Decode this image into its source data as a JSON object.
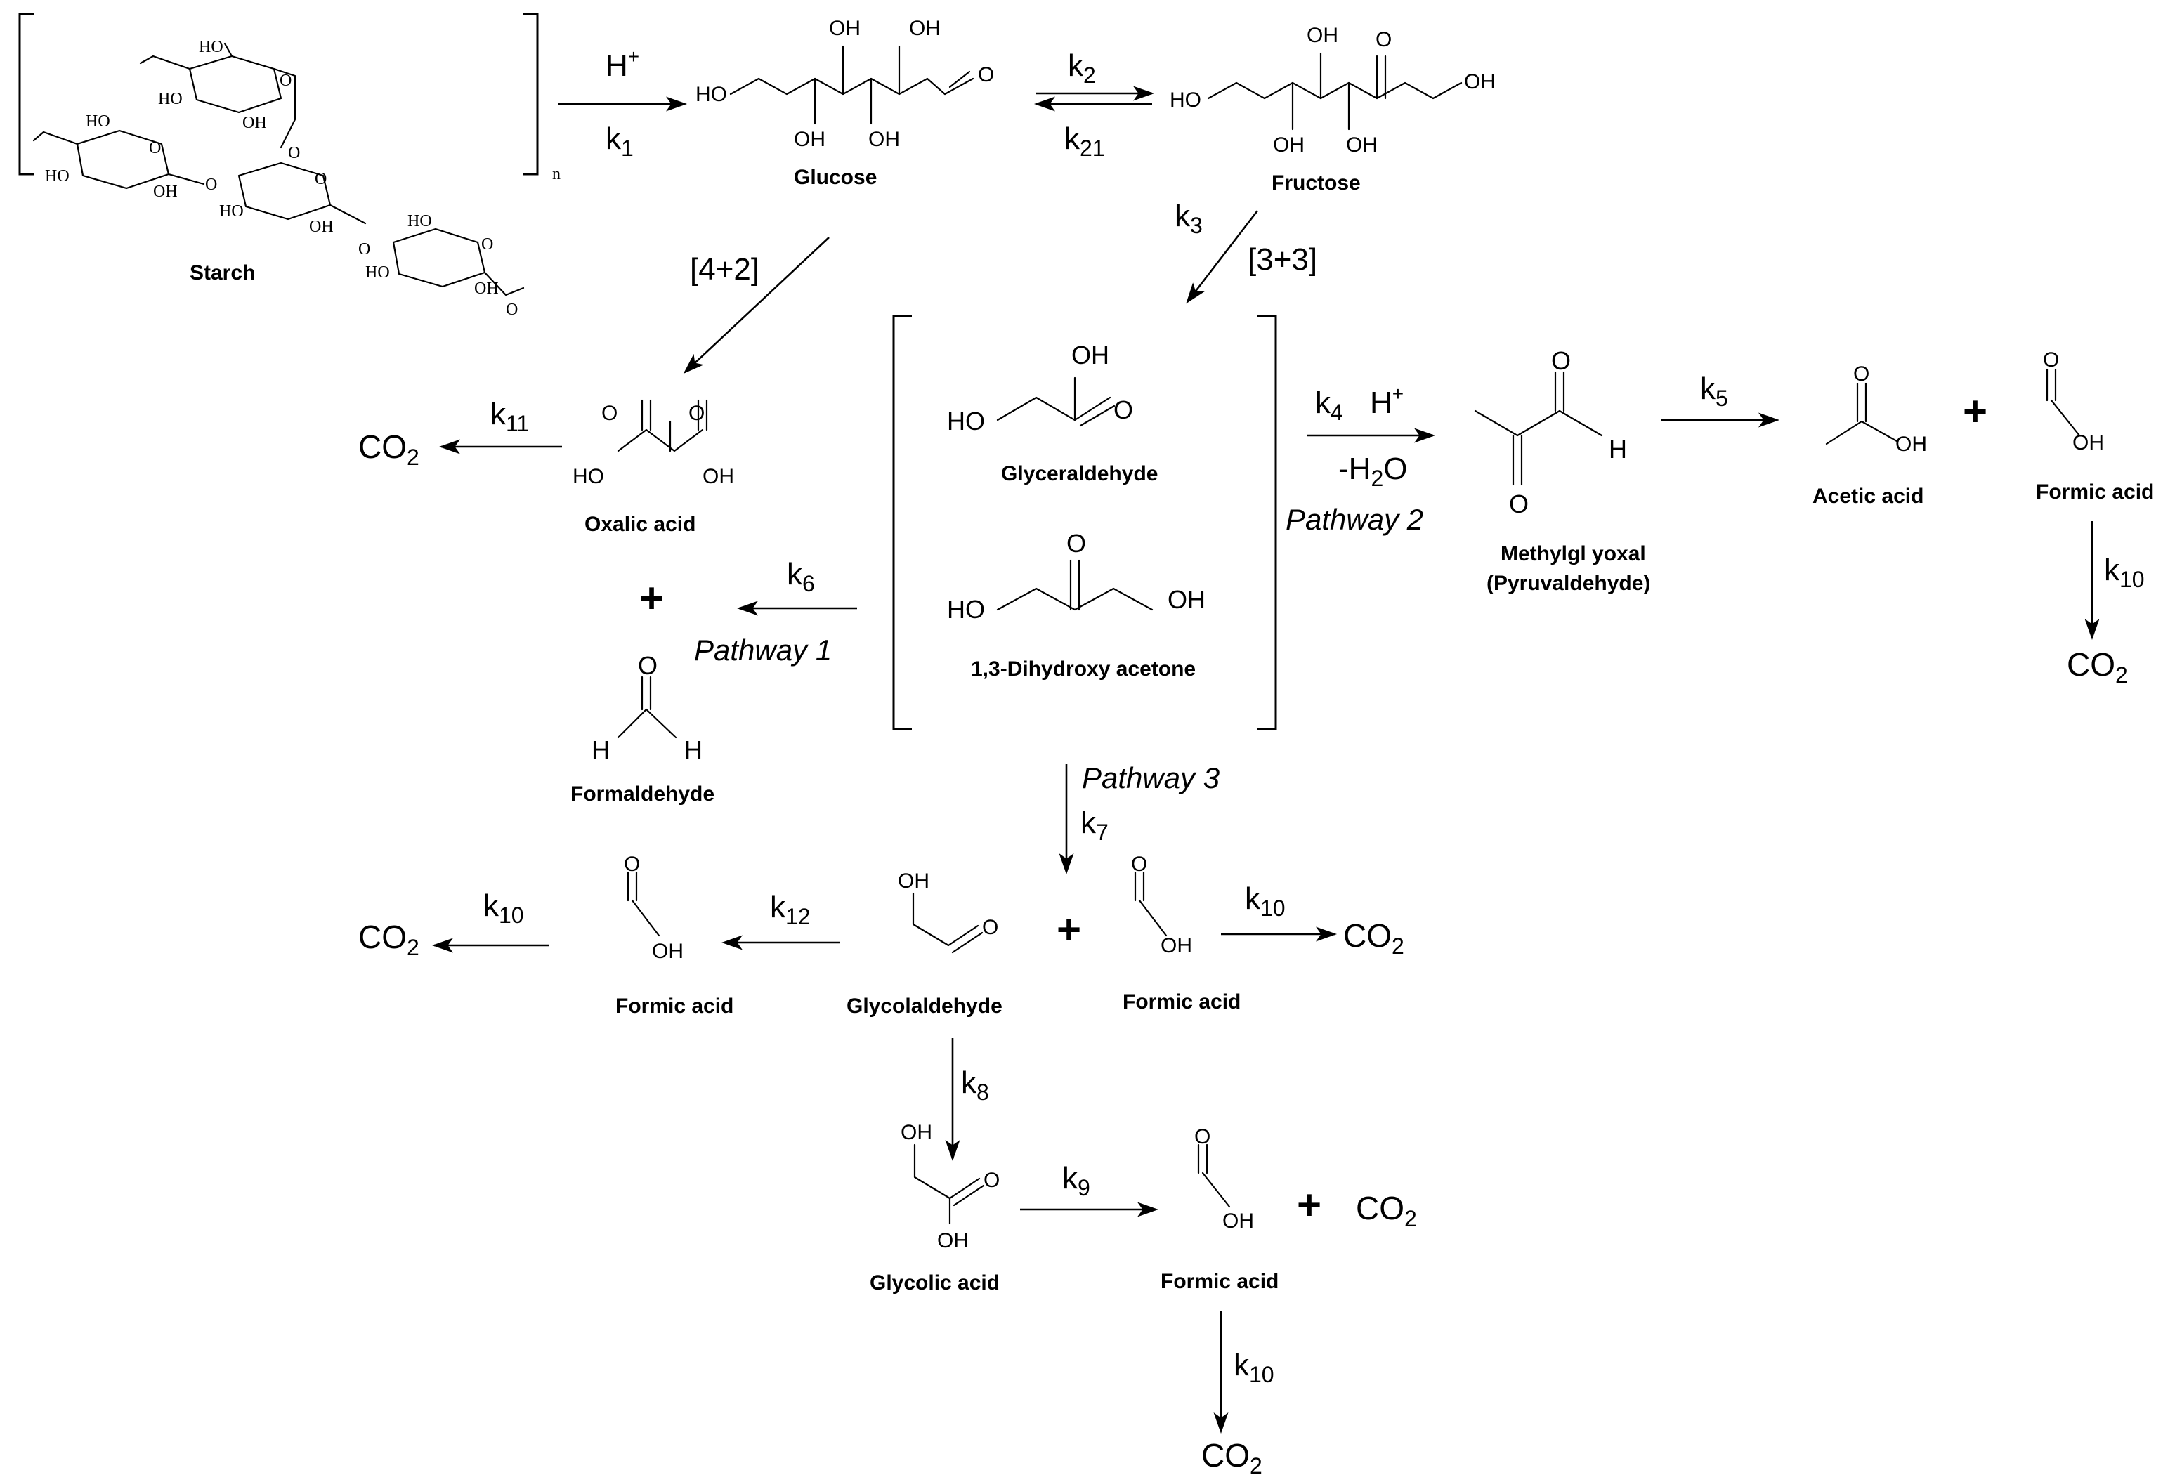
{
  "compounds": {
    "starch": "Starch",
    "glucose": "Glucose",
    "fructose": "Fructose",
    "oxalic_acid": "Oxalic acid",
    "glyceraldehyde": "Glyceraldehyde",
    "dihydroxyacetone": "1,3-Dihydroxy acetone",
    "methylglyoxal_1": "Methylgl yoxal",
    "methylglyoxal_2": "(Pyruvaldehyde)",
    "acetic_acid": "Acetic acid",
    "formic_acid": "Formic acid",
    "formaldehyde": "Formaldehyde",
    "glycolaldehyde": "Glycolaldehyde",
    "glycolic_acid": "Glycolic acid"
  },
  "pathways": {
    "p1": "Pathway 1",
    "p2": "Pathway 2",
    "p3": "Pathway 3"
  },
  "conditions": {
    "cyclo_42": "[4+2]",
    "cyclo_33": "[3+3]",
    "dehydration": "-H",
    "water_sub": "2",
    "water_o": "O",
    "acid": "H",
    "acid_sup": "+",
    "polymer_n": "n"
  },
  "rate_constants": {
    "k": "k",
    "k1": "1",
    "k2": "2",
    "k21": "21",
    "k3": "3",
    "k4": "4",
    "k5": "5",
    "k6": "6",
    "k7": "7",
    "k8": "8",
    "k9": "9",
    "k10": "10",
    "k11": "11",
    "k12": "12"
  },
  "species": {
    "co2_c": "CO",
    "co2_sub": "2",
    "oh": "OH",
    "ho": "HO",
    "o": "O",
    "h": "H",
    "plus": "+"
  }
}
